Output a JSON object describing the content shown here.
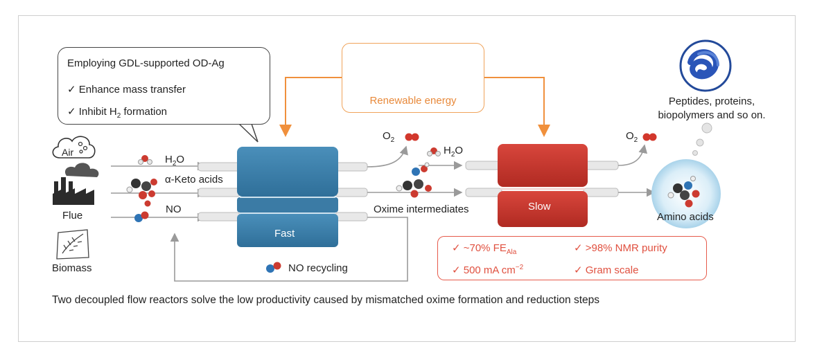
{
  "callout": {
    "title": "Employing GDL-supported OD-Ag",
    "item1": "✓ Enhance mass transfer",
    "item2_prefix": "✓ Inhibit H",
    "item2_sub": "2",
    "item2_suffix": " formation"
  },
  "energy": {
    "label": "Renewable energy"
  },
  "sources": {
    "air": "Air",
    "flue": "Flue",
    "biomass": "Biomass"
  },
  "inputs": {
    "h2o_prefix": "H",
    "h2o_sub": "2",
    "h2o_suffix": "O",
    "keto": "α-Keto acids",
    "no": "NO"
  },
  "reactor_fast": {
    "label": "Fast"
  },
  "reactor_slow": {
    "label": "Slow"
  },
  "o2_left": {
    "prefix": "O",
    "sub": "2"
  },
  "o2_right": {
    "prefix": "O",
    "sub": "2"
  },
  "h2o_mid": {
    "prefix": "H",
    "sub": "2",
    "suffix": "O"
  },
  "oxime": "Oxime intermediates",
  "no_recycling": "NO recycling",
  "products": {
    "peptides_line1": "Peptides, proteins,",
    "peptides_line2": "biopolymers and so on.",
    "amino": "Amino acids"
  },
  "metrics": {
    "fe_prefix": "✓ ~70% FE",
    "fe_sub": "Ala",
    "purity": "✓ >98% NMR purity",
    "current_prefix": "✓ 500 mA cm",
    "current_sup": "−2",
    "scale": "✓ Gram scale"
  },
  "caption": "Two decoupled flow reactors solve the low productivity caused by mismatched oxime formation and reduction steps",
  "colors": {
    "fast": "#3e7fa8",
    "slow": "#c8342b",
    "orange": "#f0903c",
    "red_text": "#e0503f"
  }
}
